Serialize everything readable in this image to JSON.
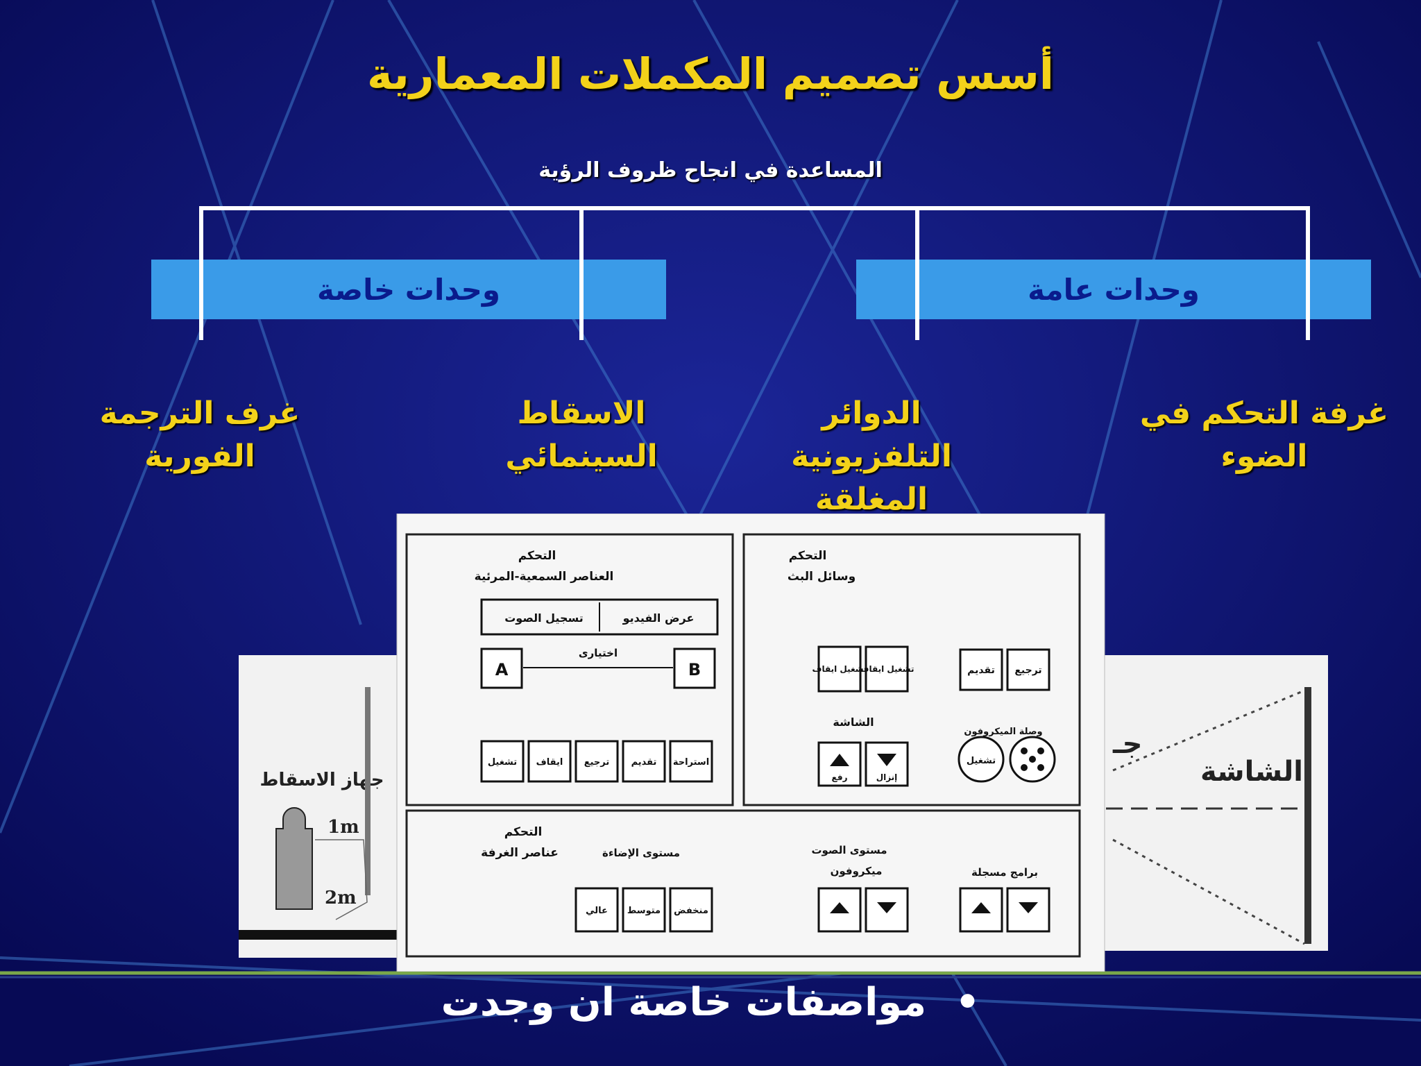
{
  "slide": {
    "title": "أسس تصميم المكملات المعمارية",
    "subtitle": "المساعدة في انجاح ظروف الرؤية",
    "groups": [
      {
        "label": "وحدات عامة"
      },
      {
        "label": "وحدات خاصة"
      }
    ],
    "categories": [
      {
        "line1": "غرفة التحكم في",
        "line2": "الضوء"
      },
      {
        "line1": "الدوائر التلفزيونية",
        "line2": "المغلقة"
      },
      {
        "line1": "الاسقاط",
        "line2": "السينمائي"
      },
      {
        "line1": "غرف الترجمة",
        "line2": "الفورية"
      }
    ],
    "bullet": "مواصفات خاصة ان وجدت",
    "bullet_marker": "•"
  },
  "diagram": {
    "left_panel": {
      "projector_label": "جهاز الاسقاط",
      "dim_1": "1m",
      "dim_2": "2m"
    },
    "right_panel": {
      "screen_label": "الشاشة",
      "partial": "جـ"
    },
    "console": {
      "av_title_1": "التحكم",
      "av_title_2": "العناصر السمعية-المرئية",
      "video_show": "عرض الفيديو",
      "record_sound": "تسجيل الصوت",
      "selector": "اختيارى",
      "a": "A",
      "b": "B",
      "av_buttons": [
        "استراحة",
        "تقديم",
        "ترجيع",
        "ايقاف",
        "تشغيل"
      ],
      "broadcast_title_1": "التحكم",
      "broadcast_title_2": "وسائل البث",
      "rew": "ترجيع",
      "fwd": "تقديم",
      "play_stop": "تشغيل ايقاف",
      "screen": "الشاشة",
      "up": "رفع",
      "down": "إنزال",
      "mic_jack": "وصلة الميكروفون",
      "mic_on": "تشغيل",
      "room_title_1": "التحكم",
      "room_title_2": "عناصر الغرفة",
      "light_level": "مستوى الإضاءة",
      "light_buttons": [
        "منخفض",
        "متوسط",
        "عالي"
      ],
      "sound_level": "مستوى الصوت",
      "mic": "ميكروفون",
      "recorded": "برامج مسجلة"
    }
  },
  "colors": {
    "background": "#0b0f6e",
    "title": "#f3d21a",
    "box": "#3a9be8",
    "box_text": "#0a1b8c"
  }
}
